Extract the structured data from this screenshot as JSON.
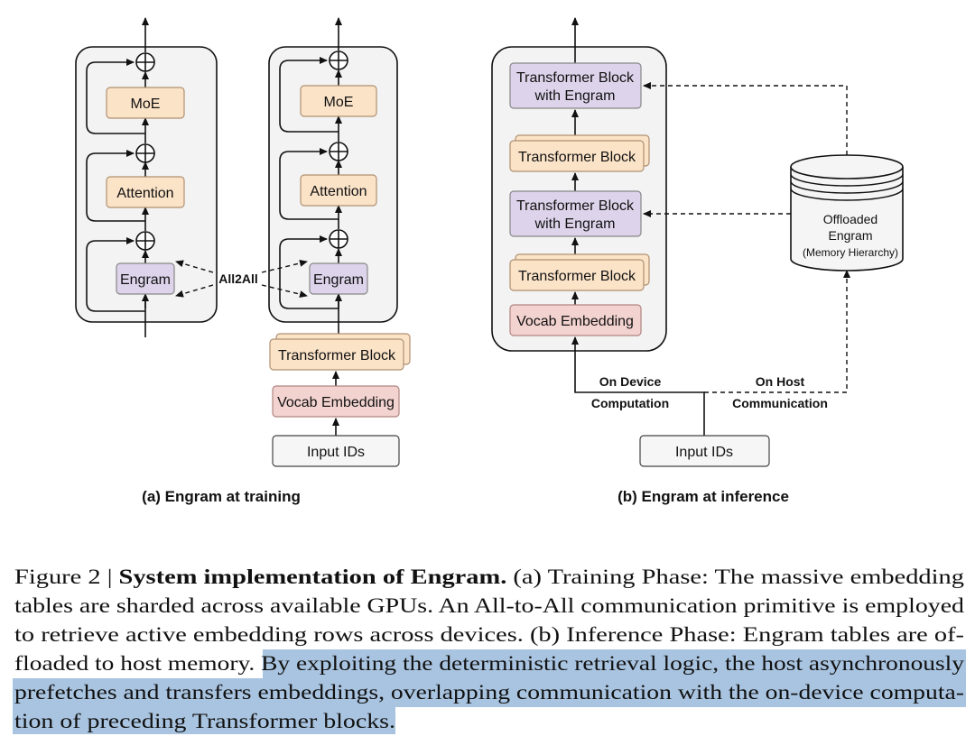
{
  "panel_a": {
    "stack1": {
      "moe": "MoE",
      "attention": "Attention",
      "engram": "Engram"
    },
    "stack2": {
      "moe": "MoE",
      "attention": "Attention",
      "engram": "Engram"
    },
    "all2all": "All2All",
    "transformer_block": "Transformer Block",
    "vocab_embedding": "Vocab Embedding",
    "input_ids": "Input IDs",
    "caption": "(a) Engram at training"
  },
  "panel_b": {
    "block1_line1": "Transformer Block",
    "block1_line2": "with Engram",
    "block2": "Transformer Block",
    "block3_line1": "Transformer Block",
    "block3_line2": "with Engram",
    "block4": "Transformer Block",
    "vocab_embedding": "Vocab Embedding",
    "input_ids": "Input IDs",
    "offloaded_line1": "Offloaded",
    "offloaded_line2": "Engram",
    "offloaded_line3": "(Memory Hierarchy)",
    "on_device_line1": "On Device",
    "on_device_line2": "Computation",
    "on_host_line1": "On Host",
    "on_host_line2": "Communication",
    "caption": "(b) Engram at inference"
  },
  "caption": {
    "line1_prefix": "Figure 2 | ",
    "line1_bold": "System implementation of Engram.",
    "line1_rest": " (a) Training Phase: The massive embedding",
    "line2": "tables are sharded across available GPUs. An All-to-All communication primitive is employed",
    "line3": "to retrieve active embedding rows across devices. (b) Inference Phase: Engram tables are of-",
    "line4_plain": "floaded to host memory. ",
    "line4_highlight": "By exploiting the deterministic retrieval logic, the host asynchronously",
    "line5": "prefetches and transfers embeddings, overlapping communication with the on-device computa-",
    "line6": "tion of preceding Transformer blocks."
  }
}
